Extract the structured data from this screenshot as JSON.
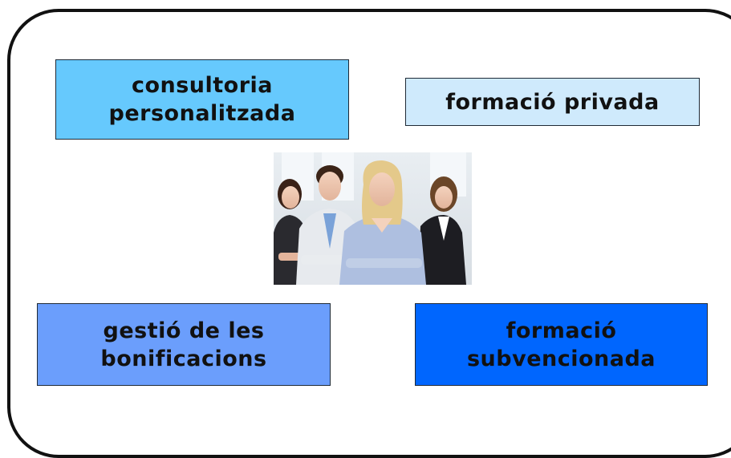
{
  "boxes": [
    {
      "id": "consultoria",
      "line1": "consultoria",
      "line2": "personalitzada",
      "color": "#66c9fd"
    },
    {
      "id": "privada",
      "line1": "formació privada",
      "line2": "",
      "color": "#cfeafc"
    },
    {
      "id": "gestio",
      "line1": "gestió de les",
      "line2": "bonificacions",
      "color": "#6b9efc"
    },
    {
      "id": "subvencio",
      "line1": "formació",
      "line2": "subvencionada",
      "color": "#0066fe"
    }
  ],
  "photo": {
    "icon": "business-team-photo"
  }
}
